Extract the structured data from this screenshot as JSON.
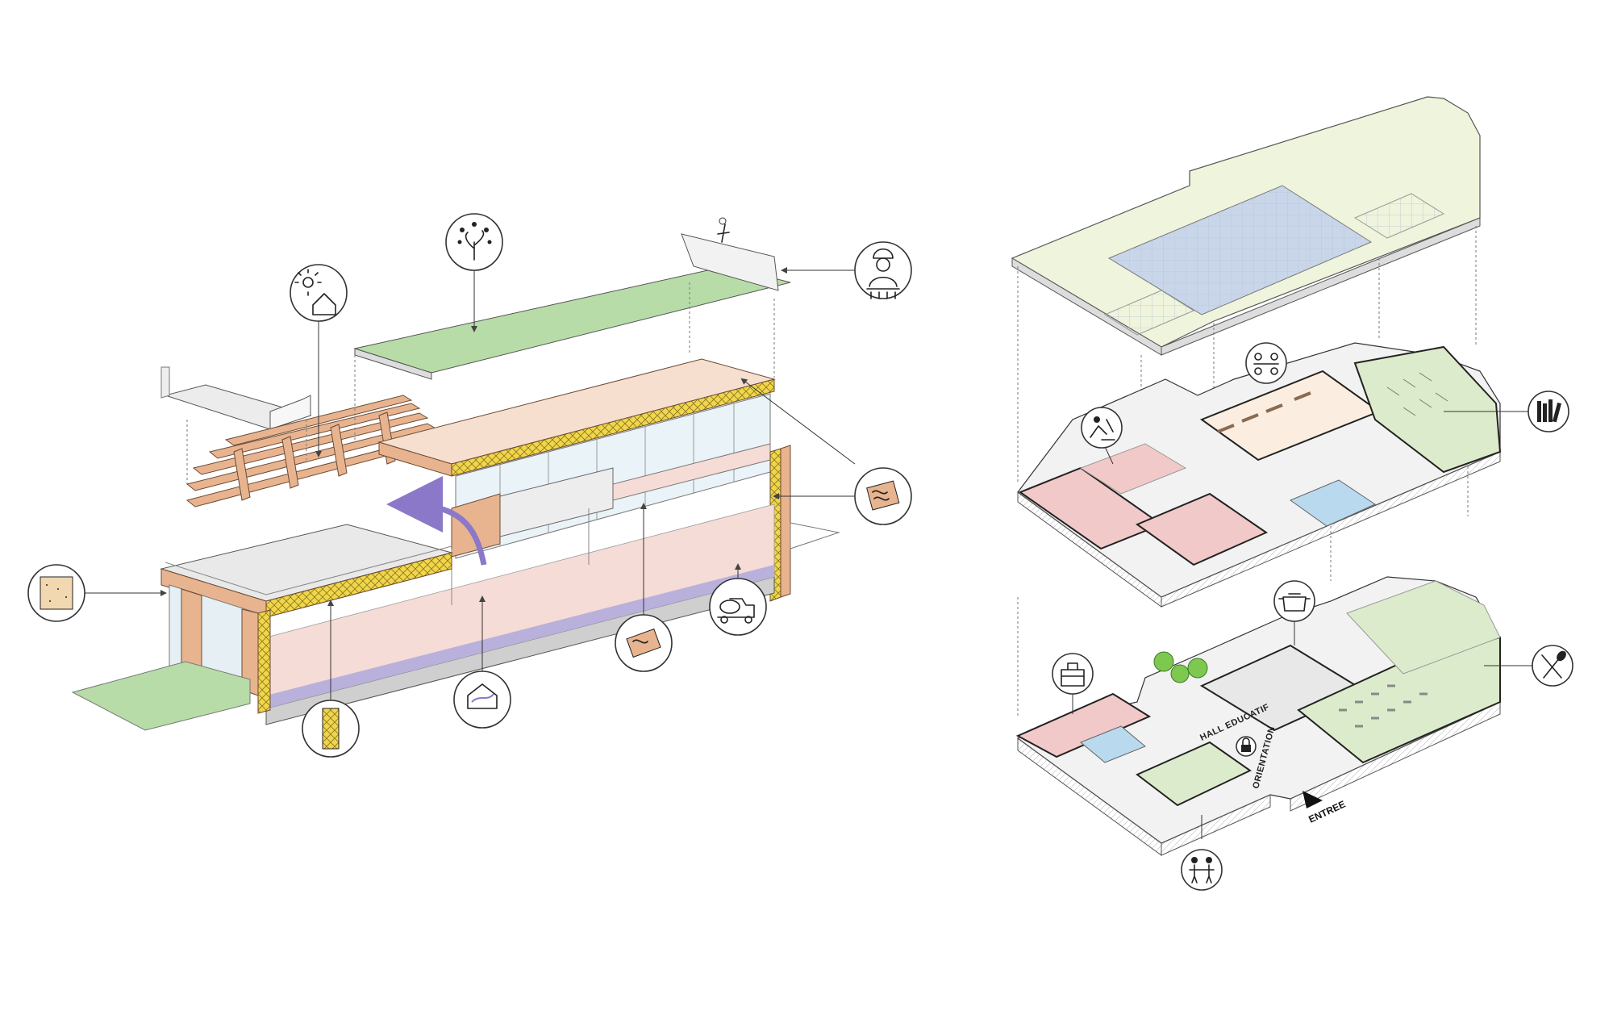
{
  "labels": {
    "hall": "HALL EDUCATIF",
    "orientation": "ORIENTATION",
    "entree": "ENTREE"
  },
  "icons": {
    "left": [
      "rainwater-plant-icon",
      "solar-house-icon",
      "worker-icon",
      "wood-panel-icon",
      "cork-board-icon",
      "concrete-truck-icon",
      "timber-icon",
      "ventilation-house-icon",
      "insulation-icon"
    ],
    "right": [
      "meeting-icon",
      "study-icon",
      "library-icon",
      "cooking-pot-icon",
      "toolbox-icon",
      "cutlery-icon",
      "children-icon",
      "lock-icon"
    ]
  },
  "colors": {
    "green_roof": "#b8dca8",
    "timber": "#e8b48f",
    "insulation": "#f0d64a",
    "floor_pink": "#f6dcd6",
    "plan_pink": "#f2c9c9",
    "plan_green": "#dcebcb",
    "water_blue": "#b9d9ee",
    "solar_blue": "#c9d6ea",
    "airflow": "#8b78c8"
  }
}
